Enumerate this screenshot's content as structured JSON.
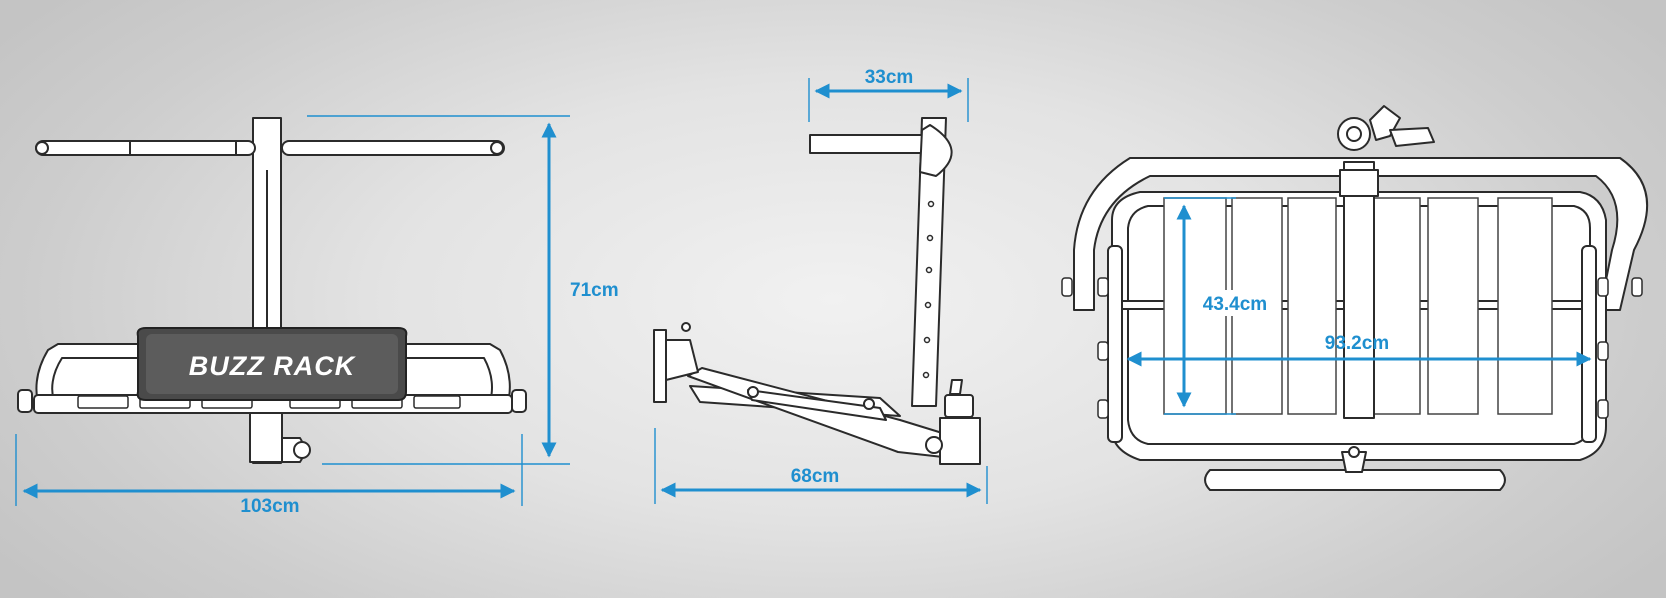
{
  "brand": {
    "logo_text": "BUZZ RACK"
  },
  "accent_color": "#1f8fcf",
  "views": {
    "front": {
      "width_label": "103cm",
      "height_label": "71cm"
    },
    "side": {
      "top_label": "33cm",
      "length_label": "68cm"
    },
    "top": {
      "depth_label": "43.4cm",
      "width_label": "93.2cm"
    }
  }
}
